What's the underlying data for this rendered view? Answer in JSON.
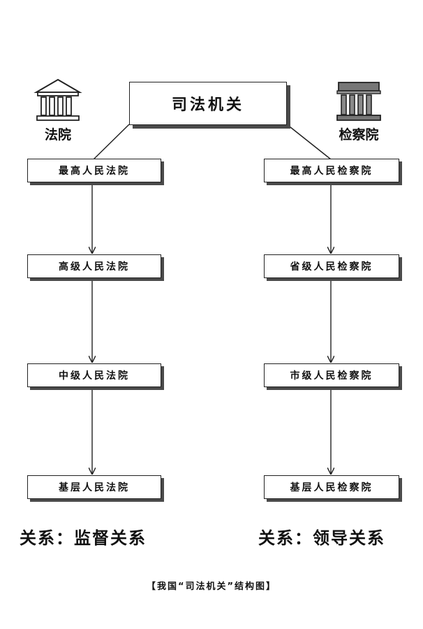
{
  "root": {
    "label": "司法机关"
  },
  "court": {
    "heading": "法院",
    "icon": "courthouse-icon",
    "levels": [
      "最高人民法院",
      "高级人民法院",
      "中级人民法院",
      "基层人民法院"
    ],
    "relation": "关系：监督关系"
  },
  "procuratorate": {
    "heading": "检察院",
    "icon": "procuratorate-building-icon",
    "levels": [
      "最高人民检察院",
      "省级人民检察院",
      "市级人民检察院",
      "基层人民检察院"
    ],
    "relation": "关系：领导关系"
  },
  "caption": "【我国“司法机关”结构图】",
  "colors": {
    "line": "#222222",
    "shadow": "#4a4a4a",
    "procuratorate_building": "#777777"
  }
}
